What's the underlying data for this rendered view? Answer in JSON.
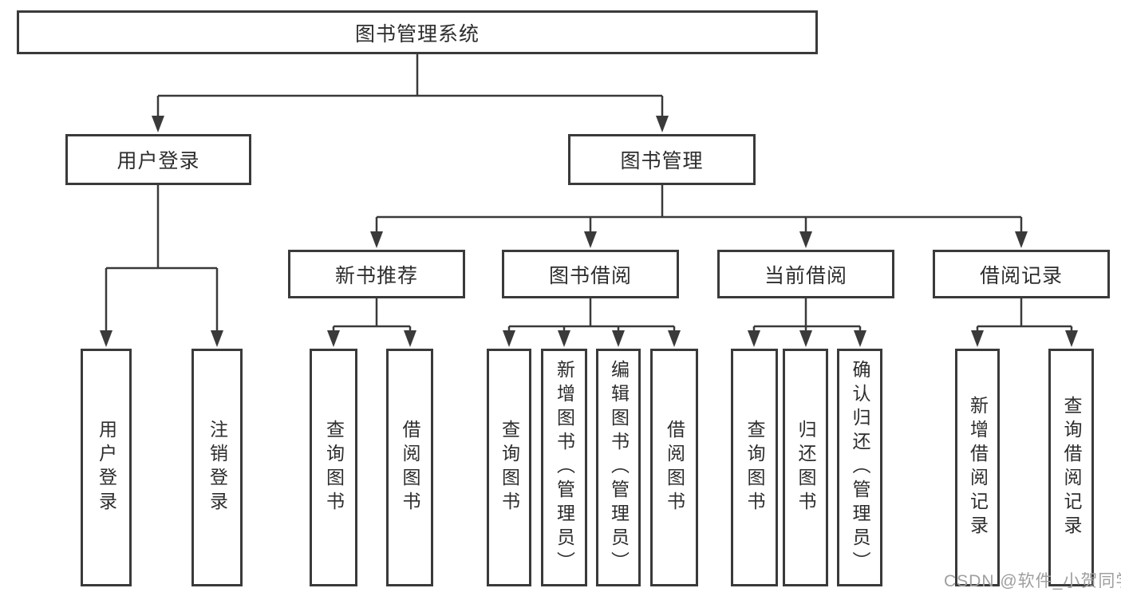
{
  "diagram": {
    "root": {
      "label": "图书管理系统"
    },
    "level2": {
      "user_login": {
        "label": "用户登录"
      },
      "book_mgmt": {
        "label": "图书管理"
      }
    },
    "level3": {
      "new_book_rec": {
        "label": "新书推荐"
      },
      "book_borrow": {
        "label": "图书借阅"
      },
      "current_borrow": {
        "label": "当前借阅"
      },
      "borrow_records": {
        "label": "借阅记录"
      }
    },
    "leaves": {
      "ul_login": {
        "label": "用户登录"
      },
      "ul_logout": {
        "label": "注销登录"
      },
      "nb_query": {
        "label": "查询图书"
      },
      "nb_borrow": {
        "label": "借阅图书"
      },
      "bb_query": {
        "label": "查询图书"
      },
      "bb_add": {
        "label": "新增图书（管理员）"
      },
      "bb_edit": {
        "label": "编辑图书（管理员）"
      },
      "bb_borrow": {
        "label": "借阅图书"
      },
      "cb_query": {
        "label": "查询图书"
      },
      "cb_return": {
        "label": "归还图书"
      },
      "cb_confirm": {
        "label": "确认归还（管理员）"
      },
      "br_add": {
        "label": "新增借阅记录"
      },
      "br_query": {
        "label": "查询借阅记录"
      }
    },
    "edges": [
      [
        "图书管理系统",
        "用户登录"
      ],
      [
        "图书管理系统",
        "图书管理"
      ],
      [
        "用户登录",
        "用户登录"
      ],
      [
        "用户登录",
        "注销登录"
      ],
      [
        "图书管理",
        "新书推荐"
      ],
      [
        "图书管理",
        "图书借阅"
      ],
      [
        "图书管理",
        "当前借阅"
      ],
      [
        "图书管理",
        "借阅记录"
      ],
      [
        "新书推荐",
        "查询图书"
      ],
      [
        "新书推荐",
        "借阅图书"
      ],
      [
        "图书借阅",
        "查询图书"
      ],
      [
        "图书借阅",
        "新增图书（管理员）"
      ],
      [
        "图书借阅",
        "编辑图书（管理员）"
      ],
      [
        "图书借阅",
        "借阅图书"
      ],
      [
        "当前借阅",
        "查询图书"
      ],
      [
        "当前借阅",
        "归还图书"
      ],
      [
        "当前借阅",
        "确认归还（管理员）"
      ],
      [
        "借阅记录",
        "新增借阅记录"
      ],
      [
        "借阅记录",
        "查询借阅记录"
      ]
    ],
    "watermark": {
      "text": "CSDN @软件_小贺同学"
    },
    "colors": {
      "line": "#3a3a3a",
      "box_border": "#3a3a3a",
      "text": "#2d2d2d",
      "watermark": "#9f9f9f",
      "background": "#ffffff"
    }
  }
}
